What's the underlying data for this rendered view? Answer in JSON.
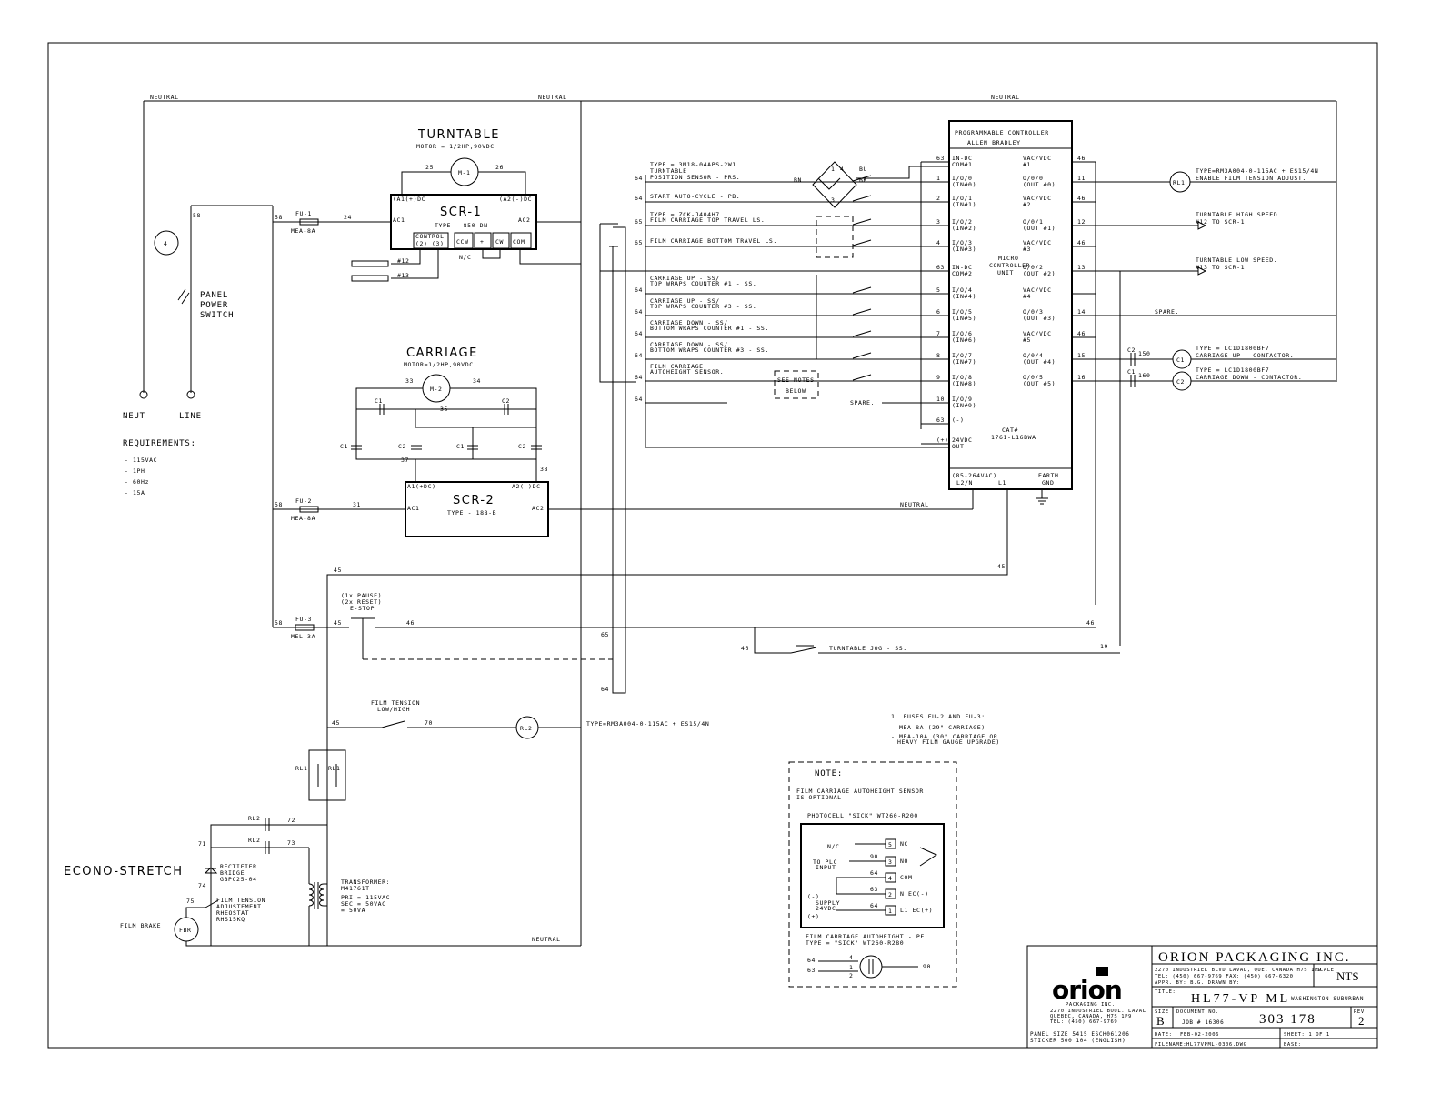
{
  "sections": {
    "turntable": {
      "title": "TURNTABLE",
      "motor": "MOTOR = 1/2HP,90VDC",
      "m1": "M-1",
      "t25": "25",
      "t26": "26"
    },
    "carriage": {
      "title": "CARRIAGE",
      "motor": "MOTOR=1/2HP,90VDC",
      "m2": "M-2",
      "t33": "33",
      "t34": "34",
      "t35": "35",
      "t37": "37",
      "t38": "38"
    },
    "scr1": {
      "title": "SCR-1",
      "type": "TYPE - 850-DN",
      "a1": "(A1(+)DC",
      "a2": "(A2(-)DC",
      "ac1": "AC1",
      "ac2": "AC2",
      "control": "CONTROL",
      "c1": "(2)",
      "c2": "(3)",
      "ccw": "CCW",
      "plus": "+",
      "cw": "CW",
      "com": "COM",
      "nc": "N/C"
    },
    "scr2": {
      "title": "SCR-2",
      "type": "TYPE - 188-B",
      "a1": "A1(+DC)",
      "a2": "A2(-)DC",
      "ac1": "AC1",
      "ac2": "AC2"
    },
    "power": {
      "panel": "PANEL",
      "power_word": "POWER",
      "switch": "SWITCH",
      "neut": "NEUT",
      "line": "LINE",
      "w58": "58"
    },
    "requirements": {
      "title": "REQUIREMENTS:",
      "items": [
        "- 115VAC",
        "- 1PH",
        "- 60Hz",
        "- 15A"
      ]
    },
    "fuses": {
      "fu1": "FU-1",
      "fu1_type": "MEA-8A",
      "fu2": "FU-2",
      "fu2_type": "MEA-8A",
      "fu3": "FU-3",
      "fu3_type": "MEL-3A",
      "w24": "24",
      "w31": "31",
      "w45": "45",
      "w46": "46"
    },
    "neutral": "NEUTRAL",
    "plc": {
      "title": "PROGRAMMABLE CONTROLLER",
      "maker": "ALLEN BRADLEY",
      "center1": "MICRO",
      "center2": "CONTROLLER",
      "center3": "UNIT",
      "cat1": "CAT#",
      "cat2": "1761-L16BWA",
      "pwr": "(85-264VAC)",
      "pwr2": "L2/N",
      "pwr3": "L1",
      "earth": "EARTH",
      "gnd": "GND",
      "inputs": [
        {
          "l1": "IN-DC",
          "l2": "COM#1",
          "w": "63"
        },
        {
          "l1": "I/O/0",
          "l2": "(IN#0)",
          "w": "1"
        },
        {
          "l1": "I/O/1",
          "l2": "(IN#1)",
          "w": "2"
        },
        {
          "l1": "I/O/2",
          "l2": "(IN#2)",
          "w": "3"
        },
        {
          "l1": "I/O/3",
          "l2": "(IN#3)",
          "w": "4"
        },
        {
          "l1": "IN-DC",
          "l2": "COM#2",
          "w": "63"
        },
        {
          "l1": "I/O/4",
          "l2": "(IN#4)",
          "w": "5"
        },
        {
          "l1": "I/O/5",
          "l2": "(IN#5)",
          "w": "6"
        },
        {
          "l1": "I/O/6",
          "l2": "(IN#6)",
          "w": "7"
        },
        {
          "l1": "I/O/7",
          "l2": "(IN#7)",
          "w": "8"
        },
        {
          "l1": "I/O/8",
          "l2": "(IN#8)",
          "w": "9"
        },
        {
          "l1": "I/O/9",
          "l2": "(IN#9)",
          "w": "10"
        },
        {
          "l1": "(-)",
          "l2": "",
          "w": "63"
        },
        {
          "l1": "24VDC",
          "l2": "OUT",
          "w": "(+)"
        }
      ],
      "outputs": [
        {
          "l1": "VAC/VDC",
          "l2": "#1",
          "w": "46"
        },
        {
          "l1": "O/0/0",
          "l2": "(OUT #0)",
          "w": "11"
        },
        {
          "l1": "VAC/VDC",
          "l2": "#2",
          "w": "46"
        },
        {
          "l1": "O/0/1",
          "l2": "(OUT #1)",
          "w": "12"
        },
        {
          "l1": "VAC/VDC",
          "l2": "#3",
          "w": "46"
        },
        {
          "l1": "O/0/2",
          "l2": "(OUT #2)",
          "w": "13"
        },
        {
          "l1": "VAC/VDC",
          "l2": "#4",
          "w": ""
        },
        {
          "l1": "O/0/3",
          "l2": "(OUT #3)",
          "w": "14"
        },
        {
          "l1": "VAC/VDC",
          "l2": "#5",
          "w": "46"
        },
        {
          "l1": "O/0/4",
          "l2": "(OUT #4)",
          "w": "15"
        },
        {
          "l1": "O/0/5",
          "l2": "(OUT #5)",
          "w": "16"
        }
      ]
    },
    "inputs_desc": [
      {
        "l1": "TYPE = 3M18-04APS-2W1",
        "l2": "TURNTABLE",
        "l3": "POSITION SENSOR - PRS."
      },
      {
        "l1": "START AUTO-CYCLE - PB."
      },
      {
        "l1": "TYPE = ZCK-J404H7",
        "l2": "FILM CARRIAGE TOP TRAVEL LS."
      },
      {
        "l1": "FILM CARRIAGE BOTTOM TRAVEL LS."
      },
      {
        "l1": "CARRIAGE UP - SS/",
        "l2": "TOP WRAPS COUNTER #1 - SS."
      },
      {
        "l1": "CARRIAGE UP - SS/",
        "l2": "TOP WRAPS COUNTER #3 - SS."
      },
      {
        "l1": "CARRIAGE DOWN - SS/",
        "l2": "BOTTOM WRAPS COUNTER #1 - SS."
      },
      {
        "l1": "CARRIAGE DOWN - SS/",
        "l2": "BOTTOM WRAPS COUNTER #3 - SS."
      },
      {
        "l1": "FILM CARRIAGE",
        "l2": "AUTOHEIGHT SENSOR."
      }
    ],
    "see_notes": "SEE NOTES",
    "below": "BELOW",
    "spare": "SPARE.",
    "bn": "BN",
    "bu": "BU",
    "bk": "BK",
    "outputs_desc": {
      "rl1": "RL1",
      "rl1_type": "TYPE=RM3A004-0-115AC + ES15/4N",
      "rl1_desc": "ENABLE FILM TENSION ADJUST.",
      "hs": "TURNTABLE HIGH SPEED.",
      "hs2": "#12 TO SCR-1",
      "ls": "TURNTABLE LOW SPEED.",
      "ls2": "#13 TO SCR-1",
      "spare": "SPARE.",
      "c1": "C1",
      "c1_type": "TYPE = LC1D1800BF7",
      "c1_desc": "CARRIAGE UP - CONTACTOR.",
      "c2": "C2",
      "c2_type": "TYPE = LC1D1800BF7",
      "c2_desc": "CARRIAGE DOWN - CONTACTOR.",
      "w150": "150",
      "w160": "160",
      "cc2": "C2",
      "cc1": "C1"
    },
    "estop": {
      "l1": "(1x PAUSE)",
      "l2": "(2x RESET)",
      "l3": "E-STOP",
      "jog": "TURNTABLE JOG - SS.",
      "w19": "19",
      "w65": "65",
      "w64": "64"
    },
    "tension": {
      "l1": "FILM TENSION",
      "l2": "LOW/HIGH",
      "w70": "70",
      "rl2": "RL2",
      "type": "TYPE=RM3A004-0-115AC + ES15/4N"
    },
    "econo": {
      "title": "ECONO-STRETCH",
      "rl2a": "RL2",
      "rl2b": "RL2",
      "w71": "71",
      "w72": "72",
      "w73": "73",
      "w74": "74",
      "w75": "75",
      "rect1": "RECTIFIER",
      "rect2": "BRIDGE",
      "rect3": "GBPC25-04",
      "rh1": "FILM TENSION",
      "rh2": "ADJUSTEMENT",
      "rh3": "RHEOSTAT",
      "rh4": "RHS15KQ",
      "brake": "FILM BRAKE",
      "fbr": "FBR",
      "rl1": "RL1",
      "rl1b": "RL1",
      "tr1": "TRANSFORMER:",
      "tr2": "M41761T",
      "tr3": "PRI = 115VAC",
      "tr4": "SEC = 50VAC",
      "tr5": "= 50VA"
    },
    "fuse_note": {
      "l1": "1. FUSES FU-2 AND FU-3:",
      "l2": "- MEA-8A (29\" CARRIAGE)",
      "l3": "- MEA-10A (30\" CARRIAGE OR",
      "l4": "HEAVY FILM GAUGE UPGRADE)"
    },
    "note": {
      "title": "NOTE:",
      "l1": "FILM CARRIAGE AUTOHEIGHT SENSOR",
      "l2": "IS OPTIONAL",
      "photo": "PHOTOCELL \"SICK\" WT260-R200",
      "nc": "N/C",
      "toplc1": "TO PLC",
      "toplc2": "INPUT",
      "supply1": "SUPPLY",
      "supply2": "24VDC",
      "minus": "(-)",
      "plus": "(+)",
      "p5": "5",
      "p3": "3",
      "p4": "4",
      "p2": "2",
      "p1": "1",
      "ncl": "NC",
      "no": "NO",
      "com": "COM",
      "nec": "N EC(-)",
      "l1ec": "L1 EC(+)",
      "w90": "90",
      "w64": "64",
      "w63": "63",
      "foot1": "FILM CARRIAGE AUTOHEIGHT - PE.",
      "foot2": "TYPE = \"SICK\" WT260-R280",
      "pin4": "4",
      "pin1": "1",
      "pin2": "2"
    },
    "title_block": {
      "company": "ORION PACKAGING INC.",
      "addr1": "2270 INDUSTRIEL BLVD LAVAL, QUE. CANADA H7S 1P9",
      "addr2": "TEL: (450) 667-9769          FAX: (450) 667-6320",
      "addr3": "APPR. BY: B.G.            DRAWN BY:",
      "scale_label": "SCALE",
      "scale": "NTS",
      "title_label": "TITLE:",
      "title": "HL77-VP ML",
      "customer": "WASHINGTON SUBURBAN",
      "size_label": "SIZE",
      "size": "B",
      "docno_label": "DOCUMENT NO.",
      "job": "JOB # 16306",
      "docno": "303 178",
      "rev_label": "REV:",
      "rev": "2",
      "date_label": "DATE:",
      "date": "FEB-02-2006",
      "sheet": "SHEET: 1 OF 1",
      "file_label": "FILENAME:",
      "file": "HL77VPML-0306.DWG",
      "base": "BASE:",
      "logo": "orion",
      "logo_sub1": "PACKAGING INC.",
      "logo_sub2": "2270 INDUSTRIEL BOUL. LAVAL",
      "logo_sub3": "QUEBEC, CANADA, H7S 1P9",
      "logo_sub4": "TEL: (450) 667-9769",
      "panel1": "PANEL SIZE 5415 ESCH061206",
      "panel2": "STICKER 500 104 (ENGLISH)"
    }
  }
}
